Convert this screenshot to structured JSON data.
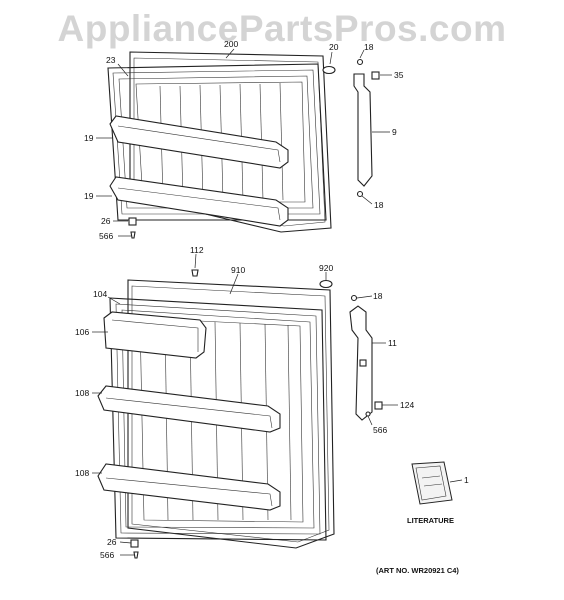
{
  "watermark": "AppliancePartsPros.com",
  "callouts": {
    "c23": "23",
    "c200": "200",
    "c20": "20",
    "c18_top": "18",
    "c35": "35",
    "c9": "9",
    "c19_a": "19",
    "c19_b": "19",
    "c18_mid": "18",
    "c26_top": "26",
    "c566_top": "566",
    "c112": "112",
    "c910": "910",
    "c920": "920",
    "c104": "104",
    "c18_low": "18",
    "c106": "106",
    "c11": "11",
    "c108_a": "108",
    "c124": "124",
    "c566_mid": "566",
    "c108_b": "108",
    "c1": "1",
    "c26_bot": "26",
    "c566_bot": "566"
  },
  "literature_label": "LITERATURE",
  "art_number": "(ART NO. WR20921 C4)"
}
